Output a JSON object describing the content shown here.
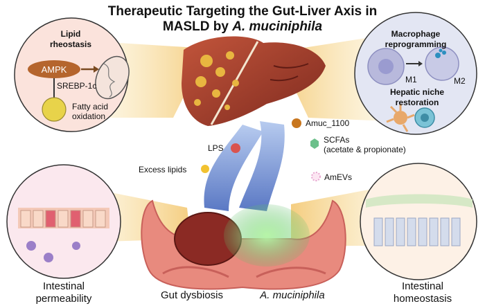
{
  "title": {
    "line1": "Therapeutic Targeting the Gut-Liver Axis in",
    "line2_prefix": "MASLD by ",
    "line2_species": "A. muciniphila"
  },
  "panel_lipid": {
    "heading_line1": "Lipid",
    "heading_line2": "rheostasis",
    "ampk": "AMPK",
    "srebp": "SREBP-1c",
    "fatty_line1": "Fatty acid",
    "fatty_line2": "oxidation"
  },
  "panel_macrophage": {
    "heading_line1": "Macrophage",
    "heading_line2": "reprogramming",
    "m1": "M1",
    "m2": "M2",
    "niche_line1": "Hepatic niche",
    "niche_line2": "restoration"
  },
  "legend": {
    "amuc": "Amuc_1100",
    "scfa_line1": "SCFAs",
    "scfa_line2": "(acetate & propionate)",
    "amevs": "AmEVs",
    "lps": "LPS",
    "excess_lipids": "Excess lipids"
  },
  "captions": {
    "permeability_line1": "Intestinal",
    "permeability_line2": "permeability",
    "dysbiosis": "Gut dysbiosis",
    "muciniphila": "A. muciniphila",
    "homeostasis_line1": "Intestinal",
    "homeostasis_line2": "homeostasis"
  },
  "colors": {
    "liver": "#9b3a2a",
    "ampk": "#b5652d",
    "lps": "#d9534f",
    "lipid": "#f2c230",
    "amuc": "#c8761e",
    "scfa": "#6cc08b",
    "amevs": "#e7a6d0",
    "bacteria": "#4caf50",
    "stream": "#7b9bd6"
  }
}
